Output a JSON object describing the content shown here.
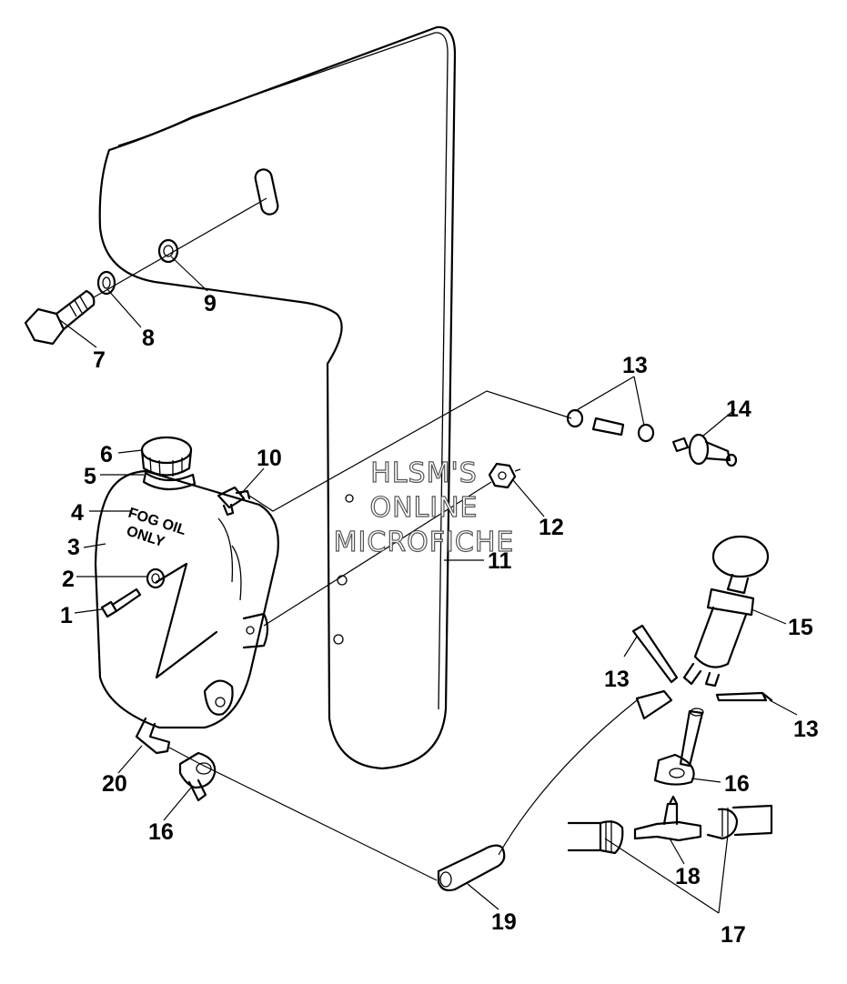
{
  "callouts": {
    "c1": "1",
    "c2": "2",
    "c3": "3",
    "c4": "4",
    "c5": "5",
    "c6": "6",
    "c7": "7",
    "c8": "8",
    "c9": "9",
    "c10": "10",
    "c11": "11",
    "c12": "12",
    "c13a": "13",
    "c13b": "13",
    "c13c": "13",
    "c14": "14",
    "c15": "15",
    "c16a": "16",
    "c16b": "16",
    "c17": "17",
    "c18": "18",
    "c19": "19",
    "c20": "20"
  },
  "tank_decal": {
    "line1": "FOG OIL",
    "line2": "ONLY"
  },
  "watermark": {
    "line1": "HLSM'S",
    "line2": "ONLINE",
    "line3": "MICROFICHE"
  }
}
